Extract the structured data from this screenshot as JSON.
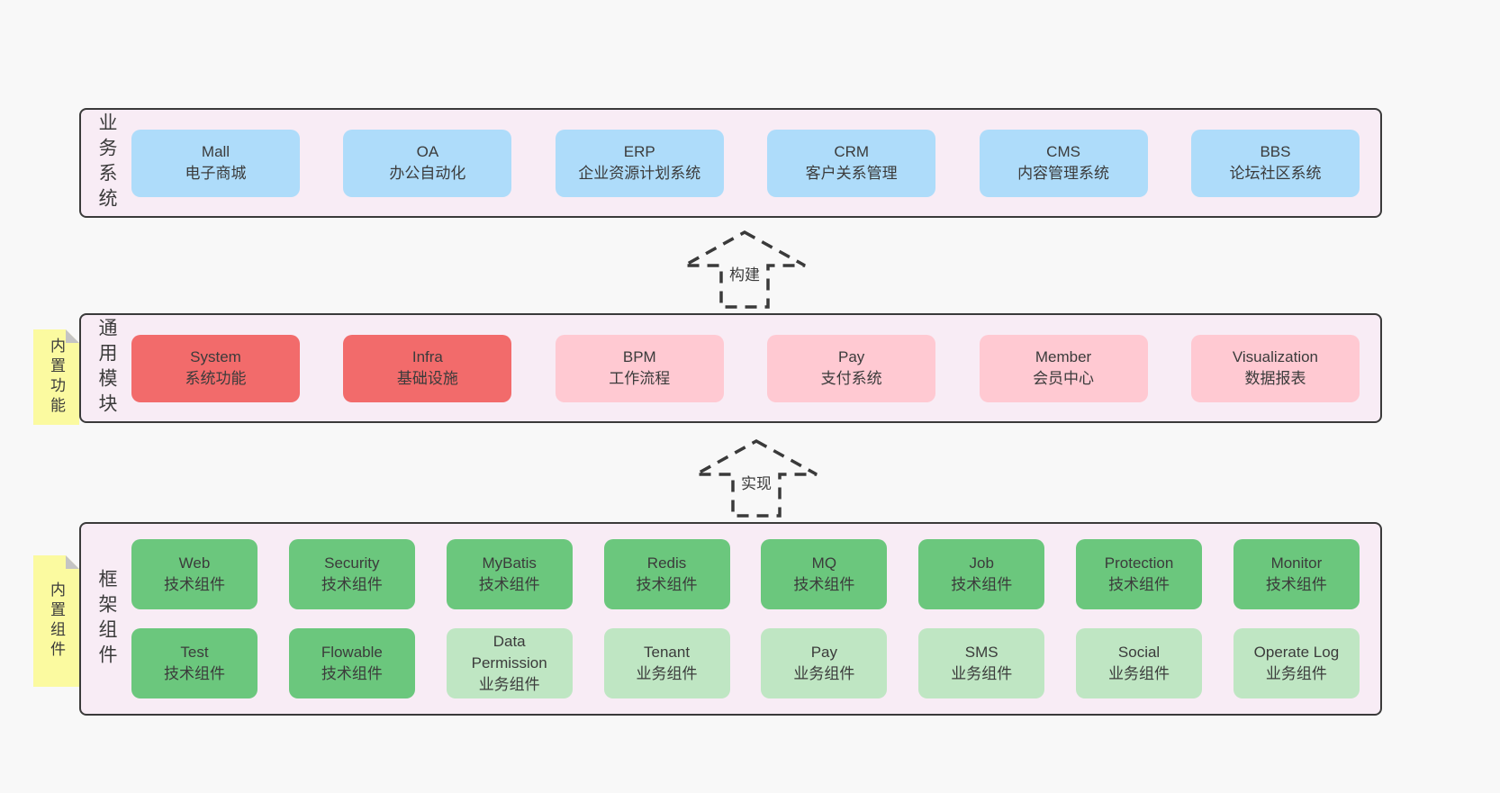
{
  "colors": {
    "page_bg": "#f8f8f8",
    "panel_bg": "#f8ecf5",
    "panel_border": "#3a3a3a",
    "blue_box": "#aedcfa",
    "red_box": "#f26b6b",
    "pink_box": "#ffc9d2",
    "green_dark_box": "#6bc77d",
    "green_light_box": "#bfe6c3",
    "sticky_yellow": "#fbfaa0",
    "sticky_fold_gray": "#c4c4c4",
    "text": "#3b3b3b"
  },
  "arrows": [
    {
      "label": "构建"
    },
    {
      "label": "实现"
    }
  ],
  "layers": {
    "business": {
      "label": "业务系统",
      "boxes": [
        {
          "title": "Mall",
          "subtitle": "电子商城"
        },
        {
          "title": "OA",
          "subtitle": "办公自动化"
        },
        {
          "title": "ERP",
          "subtitle": "企业资源计划系统"
        },
        {
          "title": "CRM",
          "subtitle": "客户关系管理"
        },
        {
          "title": "CMS",
          "subtitle": "内容管理系统"
        },
        {
          "title": "BBS",
          "subtitle": "论坛社区系统"
        }
      ]
    },
    "modules": {
      "label": "通用模块",
      "tab": "内置功能",
      "boxes": [
        {
          "title": "System",
          "subtitle": "系统功能"
        },
        {
          "title": "Infra",
          "subtitle": "基础设施"
        },
        {
          "title": "BPM",
          "subtitle": "工作流程"
        },
        {
          "title": "Pay",
          "subtitle": "支付系统"
        },
        {
          "title": "Member",
          "subtitle": "会员中心"
        },
        {
          "title": "Visualization",
          "subtitle": "数据报表"
        }
      ]
    },
    "components": {
      "label": "框架组件",
      "tab": "内置组件",
      "row1": [
        {
          "title": "Web",
          "subtitle": "技术组件"
        },
        {
          "title": "Security",
          "subtitle": "技术组件"
        },
        {
          "title": "MyBatis",
          "subtitle": "技术组件"
        },
        {
          "title": "Redis",
          "subtitle": "技术组件"
        },
        {
          "title": "MQ",
          "subtitle": "技术组件"
        },
        {
          "title": "Job",
          "subtitle": "技术组件"
        },
        {
          "title": "Protection",
          "subtitle": "技术组件"
        },
        {
          "title": "Monitor",
          "subtitle": "技术组件"
        }
      ],
      "row2": [
        {
          "title": "Test",
          "subtitle": "技术组件"
        },
        {
          "title": "Flowable",
          "subtitle": "技术组件"
        },
        {
          "title": "Data Permission",
          "subtitle": "业务组件"
        },
        {
          "title": "Tenant",
          "subtitle": "业务组件"
        },
        {
          "title": "Pay",
          "subtitle": "业务组件"
        },
        {
          "title": "SMS",
          "subtitle": "业务组件"
        },
        {
          "title": "Social",
          "subtitle": "业务组件"
        },
        {
          "title": "Operate Log",
          "subtitle": "业务组件"
        }
      ]
    }
  }
}
